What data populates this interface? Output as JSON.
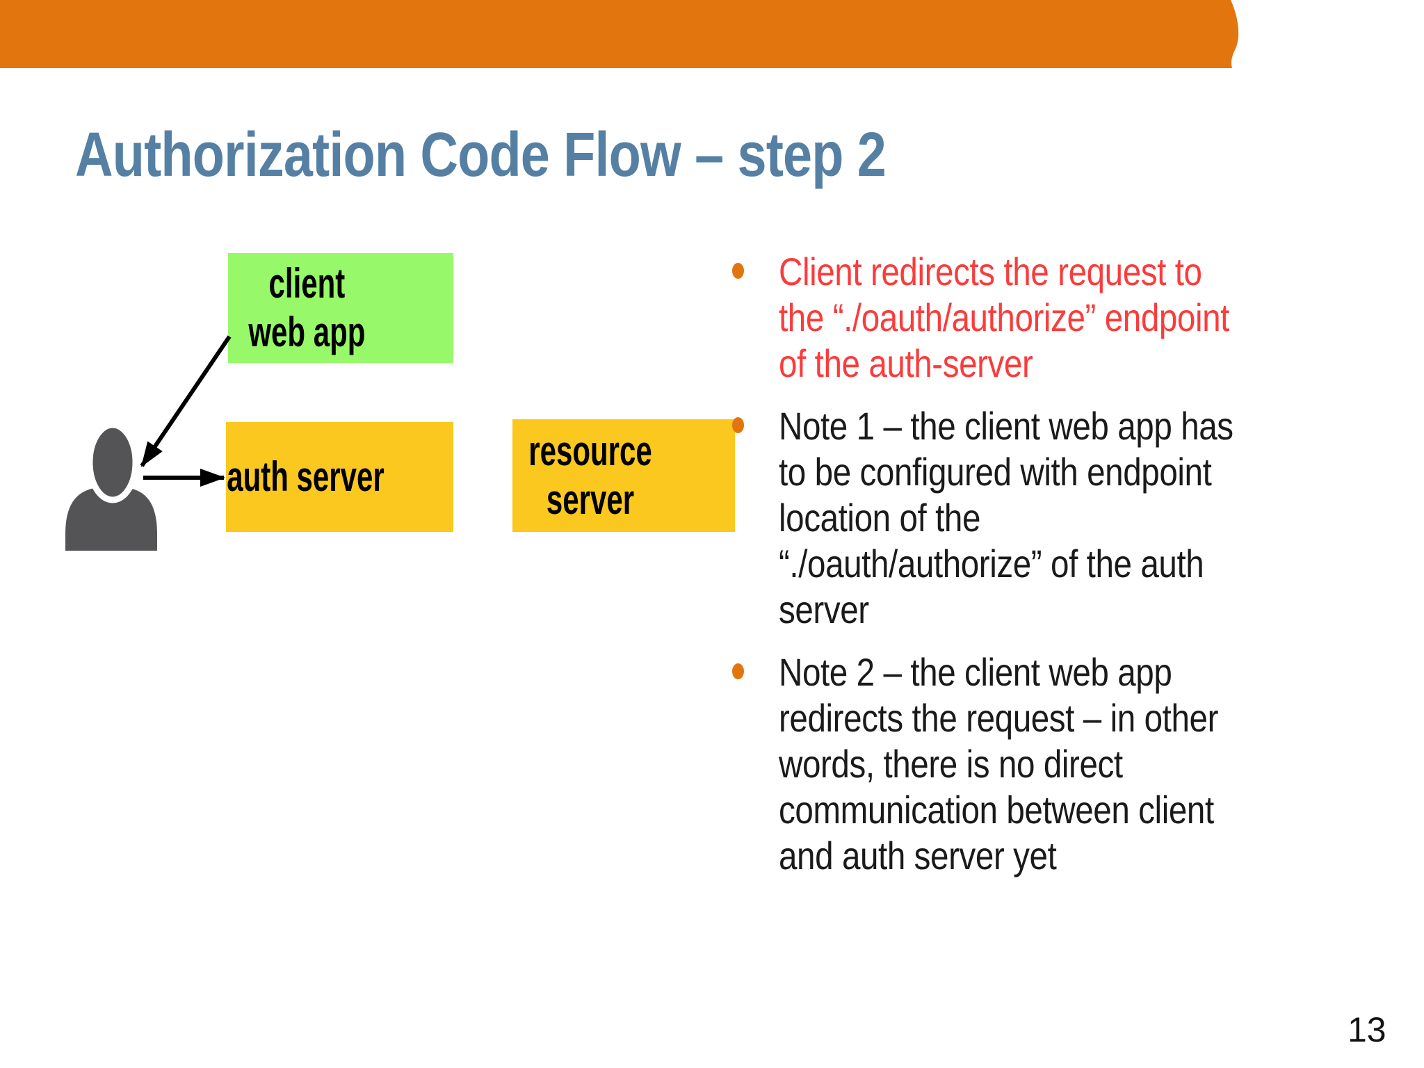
{
  "slide": {
    "banner": {
      "color": "#E2750E"
    },
    "title": {
      "text": "Authorization Code Flow – step 2",
      "color": "#5580A4"
    },
    "diagram": {
      "client_box": {
        "label": "client\nweb app",
        "color": "#97F969"
      },
      "auth_box": {
        "label": "auth server",
        "color": "#FAC81F"
      },
      "resource_box": {
        "label": "resource\nserver",
        "color": "#FAC81F"
      },
      "user_icon": {
        "name": "user-icon",
        "color": "#545456"
      },
      "arrows": [
        {
          "name": "arrow-client-to-user",
          "from": "client web app",
          "to": "user"
        },
        {
          "name": "arrow-user-to-auth-server",
          "from": "user",
          "to": "auth server"
        }
      ]
    },
    "bullets": [
      {
        "color": "#FA3C3C",
        "text": "Client redirects the request to\nthe “./oauth/authorize” endpoint\nof the auth-server"
      },
      {
        "color": "#1A1A1A",
        "text": "Note 1 – the client web app has\nto be configured with endpoint\nlocation of the\n“./oauth/authorize” of the auth\nserver"
      },
      {
        "color": "#1A1A1A",
        "text": "Note 2 – the client web app\nredirects the request – in other\nwords, there is no direct\ncommunication between client\nand auth server yet"
      }
    ],
    "page_number": "13"
  }
}
